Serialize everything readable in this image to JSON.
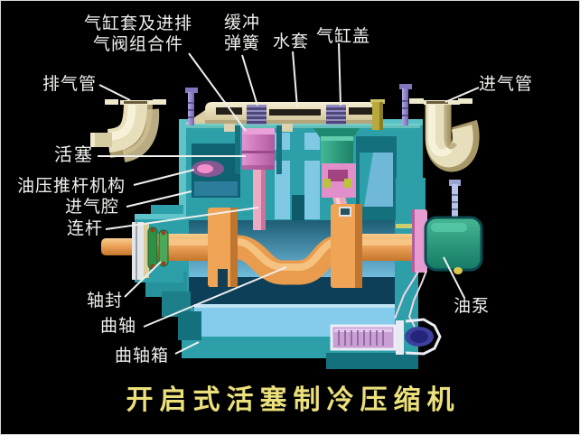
{
  "title": "开启式活塞制冷压缩机",
  "labels": {
    "cylinder_liner_valve_assembly": {
      "line1": "气缸套及进排",
      "line2": "气阀组合件"
    },
    "buffer_spring": {
      "line1": "缓冲",
      "line2": "弹簧"
    },
    "water_jacket": "水套",
    "cylinder_head": "气缸盖",
    "exhaust_pipe": "排气管",
    "intake_pipe": "进气管",
    "piston": "活塞",
    "oil_push_rod_mechanism": "油压推杆机构",
    "intake_chamber": "进气腔",
    "connecting_rod": "连杆",
    "shaft_seal": "轴封",
    "crankshaft": "曲轴",
    "crankcase": "曲轴箱",
    "oil_pump": "油泵"
  },
  "colors": {
    "background": "#000000",
    "frame_border": "#d8d8d8",
    "label_text": "#eef0ec",
    "leader_line": "#efefef",
    "title_text": "#ebe07b",
    "body_teal": "#2d9fa8",
    "body_teal_dark": "#0e6271",
    "interior_blue": "#7ac6e8",
    "sump_blue": "#84cbec",
    "crankshaft_orange": "#eda45b",
    "piston_pink": "#d783c6",
    "piston_green": "#35ab8a",
    "crosshead_pink": "#e18fca",
    "pump_green": "#2fa487",
    "pump_flange_pink": "#e79bd0",
    "pipe_cream": "#e7dfbb",
    "head_plate_cream": "#efe6c8",
    "bolt_purple": "#9b8fd0",
    "spring_gray": "#938cc0",
    "seal_green": "#3f9b4f",
    "bearing_yellow": "#b7a93e",
    "filter_lavender": "#c9a0d4",
    "oil_blob_blue": "#3d3f9e"
  }
}
